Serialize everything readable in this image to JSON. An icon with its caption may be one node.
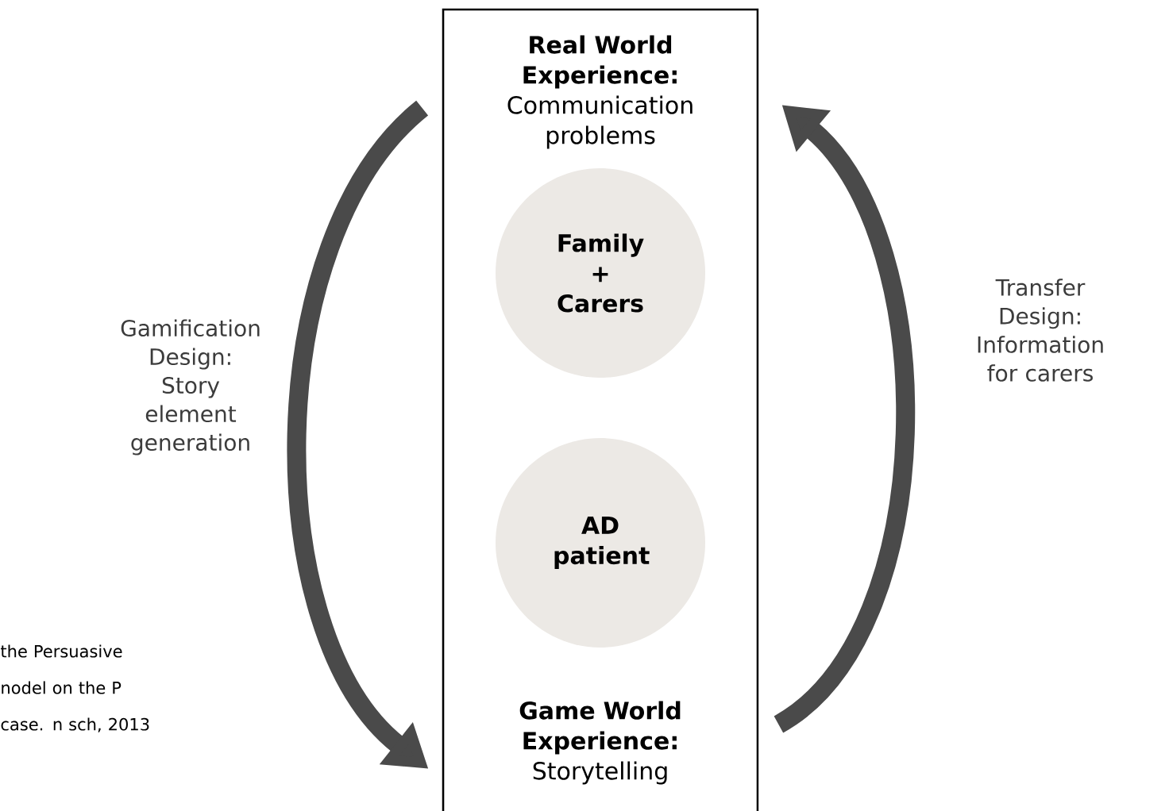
{
  "diagram": {
    "nodes": [
      {
        "text": [],
        "shape": "box"
      },
      {
        "text": [
          "**Real World Experience:** Communication problems"
        ],
        "in": 0
      },
      {
        "text": [
          "Family + Carers"
        ],
        "in": 0
      },
      {
        "text": [
          "AD patient"
        ],
        "in": 0
      },
      {
        "text": [
          "**Game World Experience:** Storytelling"
        ],
        "in": 0
      }
    ],
    "edges": [
      {
        "from": 1,
        "to": 4,
        "arrow": "to",
        "label": "Gamification Design: Story element generation"
      },
      {
        "from": 4,
        "to": 1,
        "arrow": "to",
        "label": "Transfer Design: Information for carers"
      }
    ],
    "labels": [
      "the Persuasive nodel on the P case. n sch, 2013"
    ]
  }
}
